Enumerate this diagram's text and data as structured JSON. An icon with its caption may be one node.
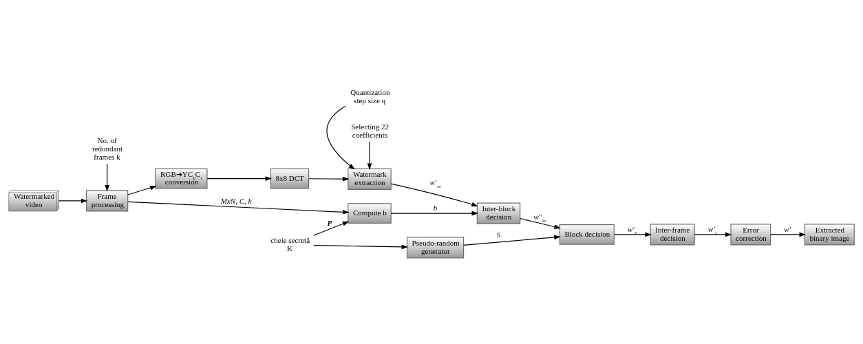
{
  "diagram": {
    "nodes": [
      {
        "text": [
          "Watermarked video"
        ]
      },
      {
        "text": [
          "Frame processing"
        ]
      },
      {
        "text": [
          "RGB➔YC$_{b}$C$_{r}$ conversion"
        ]
      },
      {
        "text": [
          "8x8 DCT"
        ]
      },
      {
        "text": [
          "Watermark extraction"
        ]
      },
      {
        "text": [
          "Extracted binary image"
        ]
      },
      {
        "text": [
          "Compute b"
        ]
      },
      {
        "text": [
          "Inter-block decision"
        ]
      },
      {
        "text": [
          "Block decision"
        ]
      },
      {
        "text": [
          "Inter-frame decision"
        ]
      },
      {
        "text": [
          "Error correction"
        ]
      },
      {
        "text": [
          "Pseudo-random generator"
        ]
      },
      {
        "text": [
          "No. of redundant frames k"
        ]
      },
      {
        "text": [
          "Selecting 22 coefficients"
        ]
      },
      {
        "text": [
          "Quantization step size q"
        ]
      },
      {
        "text": [
          "cheie secretă K"
        ]
      }
    ],
    "edges": [
      {
        "from": 0,
        "to": 1,
        "arrow": "to"
      },
      {
        "from": 1,
        "to": 2,
        "arrow": "to"
      },
      {
        "from": 2,
        "to": 3,
        "arrow": "to"
      },
      {
        "from": 3,
        "to": 4,
        "arrow": "to"
      },
      {
        "from": 12,
        "to": 1,
        "arrow": "to"
      },
      {
        "from": 13,
        "to": 4,
        "arrow": "to"
      },
      {
        "from": 14,
        "to": 4,
        "arrow": "to"
      },
      {
        "from": 1,
        "to": 6,
        "arrow": "to",
        "label": "MxN, C, k"
      },
      {
        "from": 4,
        "to": 7,
        "arrow": "to",
        "label": "w′$_{ss}$"
      },
      {
        "from": 6,
        "to": 7,
        "arrow": "to",
        "label": "b"
      },
      {
        "from": 7,
        "to": 8,
        "arrow": "to",
        "label": "w″$_{ss}$"
      },
      {
        "from": 8,
        "to": 9,
        "arrow": "to",
        "label": "w′$_{b}$"
      },
      {
        "from": 9,
        "to": 10,
        "arrow": "to",
        "label": "w′$_{c}$"
      },
      {
        "from": 10,
        "to": 5,
        "arrow": "to",
        "label": "w′"
      },
      {
        "from": 15,
        "to": 6,
        "arrow": "to",
        "label": "P"
      },
      {
        "from": 15,
        "to": 11,
        "arrow": "to"
      },
      {
        "from": 11,
        "to": 8,
        "arrow": "to",
        "label": "S"
      }
    ]
  }
}
